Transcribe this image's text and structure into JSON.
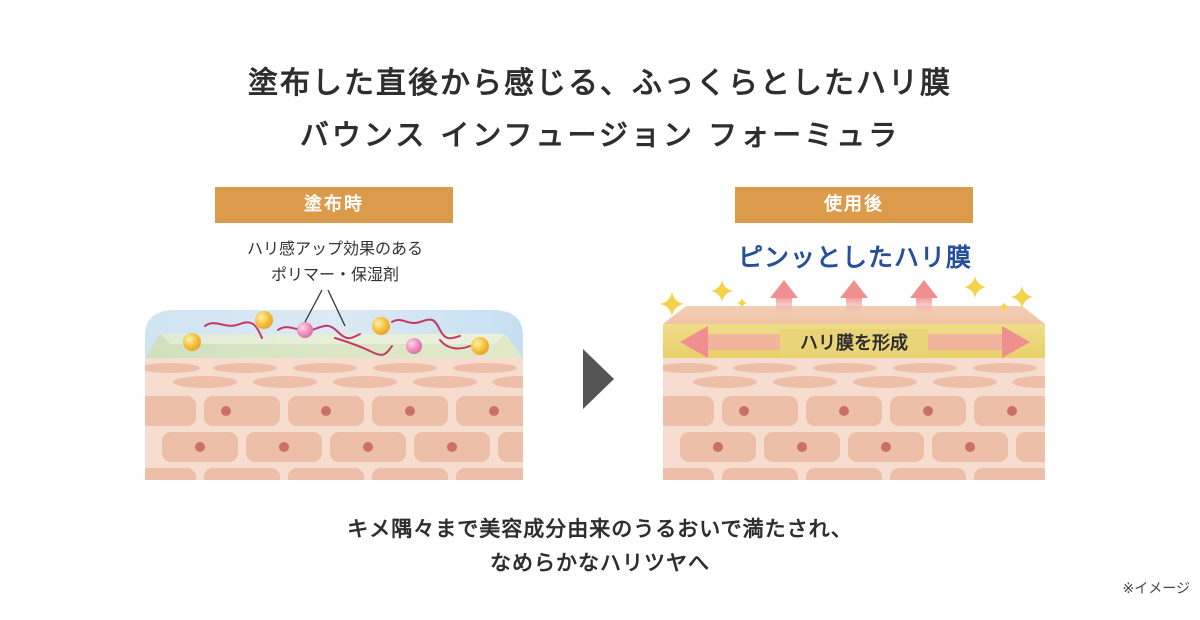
{
  "heading": {
    "line1": "塗布した直後から感じる、ふっくらとしたハリ膜",
    "line2": "バウンス インフュージョン フォーミュラ"
  },
  "before_panel": {
    "label": "塗布時",
    "callout_line1": "ハリ感アップ効果のある",
    "callout_line2": "ポリマー・保湿剤"
  },
  "after_panel": {
    "label": "使用後",
    "effect_title": "ピンッとしたハリ膜",
    "film_label": "ハリ膜を形成"
  },
  "caption": {
    "line1": "キメ隅々まで美容成分由来のうるおいで満たされ、",
    "line2": "なめらかなハリツヤへ"
  },
  "note": "※イメージ",
  "colors": {
    "badge": "#dc9b4a",
    "skin": "#f6ddd0",
    "cell": "#eebfa8",
    "nucleus": "#c97068",
    "film": "#ead478",
    "accent_blue": "#27509a",
    "arrow_pink": "#ef8f8f",
    "sparkle": "#f4d24a",
    "play_arrow": "#555555"
  }
}
